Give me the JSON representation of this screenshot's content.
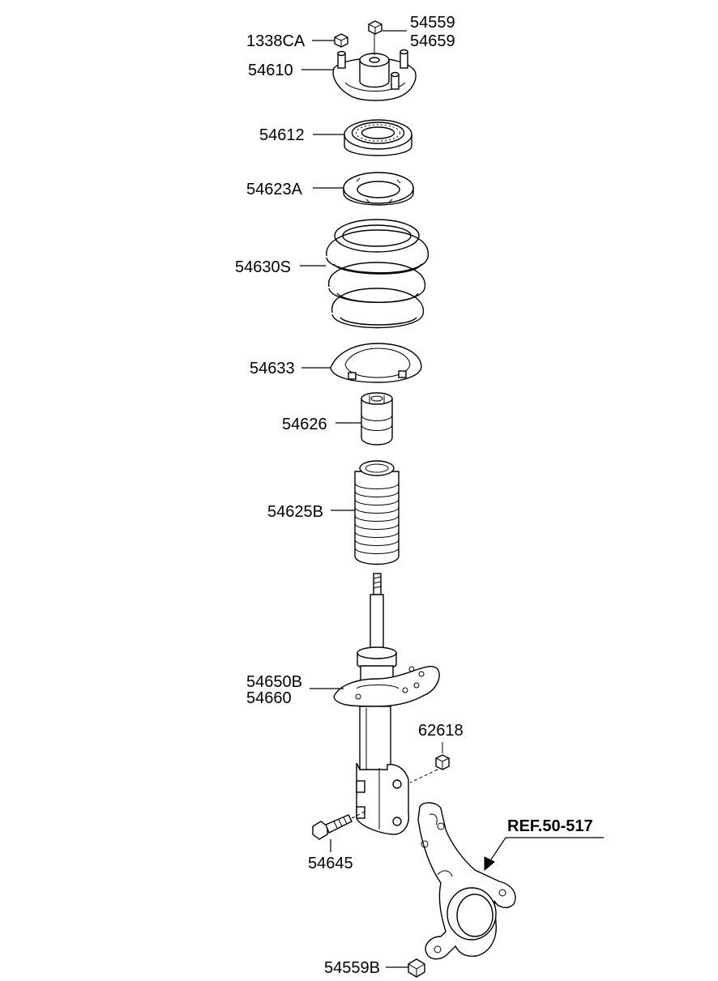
{
  "labels": {
    "p1338CA": "1338CA",
    "p54559": "54559",
    "p54659": "54659",
    "p54610": "54610",
    "p54612": "54612",
    "p54623A": "54623A",
    "p54630S": "54630S",
    "p54633": "54633",
    "p54626": "54626",
    "p54625B": "54625B",
    "p54650B": "54650B",
    "p54660": "54660",
    "p62618": "62618",
    "p54645": "54645",
    "p54559B": "54559B",
    "ref": "REF.50-517"
  }
}
